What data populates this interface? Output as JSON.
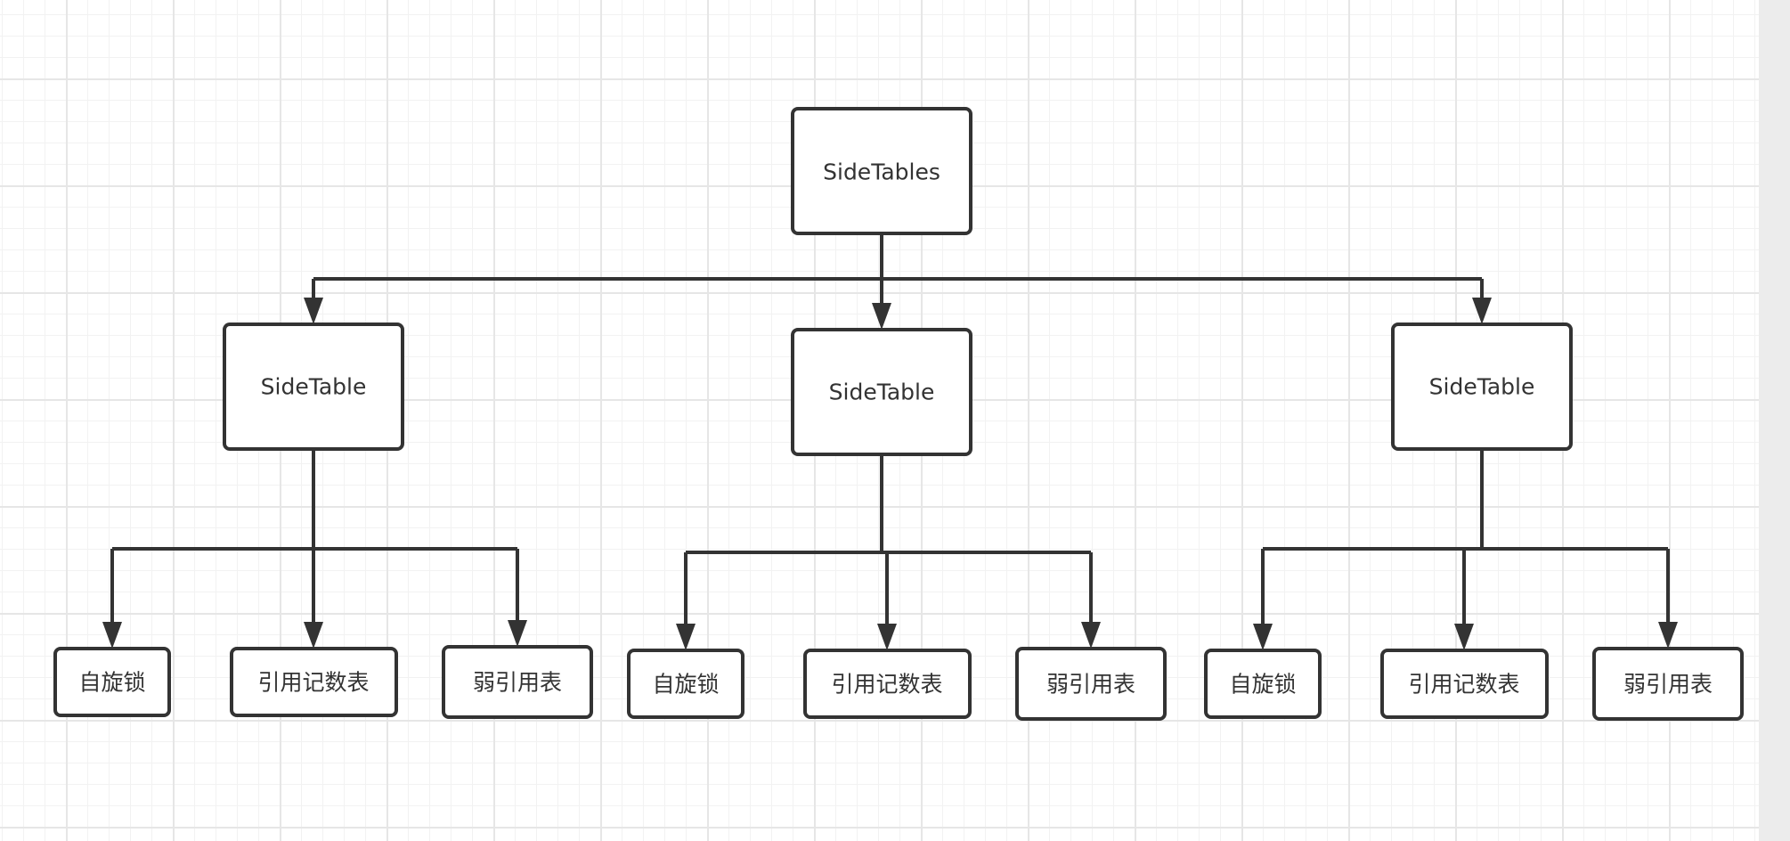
{
  "diagram": {
    "root": {
      "label": "SideTables"
    },
    "tables": [
      {
        "label": "SideTable",
        "children": [
          {
            "label": "自旋锁"
          },
          {
            "label": "引用记数表"
          },
          {
            "label": "弱引用表"
          }
        ]
      },
      {
        "label": "SideTable",
        "children": [
          {
            "label": "自旋锁"
          },
          {
            "label": "引用记数表"
          },
          {
            "label": "弱引用表"
          }
        ]
      },
      {
        "label": "SideTable",
        "children": [
          {
            "label": "自旋锁"
          },
          {
            "label": "引用记数表"
          },
          {
            "label": "弱引用表"
          }
        ]
      }
    ]
  },
  "colors": {
    "stroke": "#333333",
    "node_fill": "#ffffff",
    "grid_major": "#e6e6e6",
    "grid_minor": "#f2f2f2",
    "scrollbar": "#ececec"
  }
}
